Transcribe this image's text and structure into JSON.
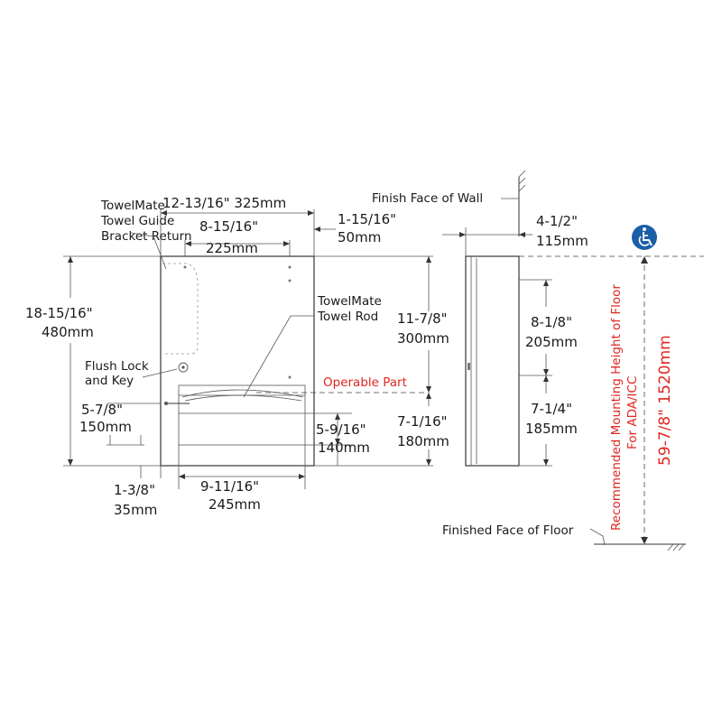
{
  "labels": {
    "guide_line1": "TowelMate",
    "guide_line2": "Towel Guide",
    "guide_line3": "Bracket Return",
    "rod_line1": "TowelMate",
    "rod_line2": "Towel Rod",
    "lock_line1": "Flush Lock",
    "lock_line2": "and Key",
    "operable_part": "Operable Part",
    "finish_wall": "Finish Face of Wall",
    "finish_floor": "Finished Face of Floor",
    "mount_line1": "Recommended Mounting Height of Floor",
    "mount_line2": "For ADA/ICC"
  },
  "dims": {
    "overall_width": "12-13/16\" 325mm",
    "inner_width_in": "8-15/16\"",
    "inner_width_mm": "225mm",
    "face_offset_in": "1-15/16\"",
    "face_offset_mm": "50mm",
    "height_in": "18-15/16\"",
    "height_mm": "480mm",
    "upper_in": "11-7/8\"",
    "upper_mm": "300mm",
    "lower_right_in": "7-1/16\"",
    "lower_right_mm": "180mm",
    "lower_left_in": "5-7/8\"",
    "lower_left_mm": "150mm",
    "slot_in": "5-9/16\"",
    "slot_mm": "140mm",
    "bottom_width_in": "9-11/16\"",
    "bottom_width_mm": "245mm",
    "bottom_offset_in": "1-3/8\"",
    "bottom_offset_mm": "35mm",
    "depth_in": "4-1/2\"",
    "depth_mm": "115mm",
    "side_upper_in": "8-1/8\"",
    "side_upper_mm": "205mm",
    "side_lower_in": "7-1/4\"",
    "side_lower_mm": "185mm",
    "mount_height": "59-7/8\"  1520mm"
  },
  "colors": {
    "accent_red": "#e0261f",
    "ada_blue": "#1b5fa8",
    "line": "#333333"
  },
  "icons": {
    "accessibility": "wheelchair-icon"
  }
}
